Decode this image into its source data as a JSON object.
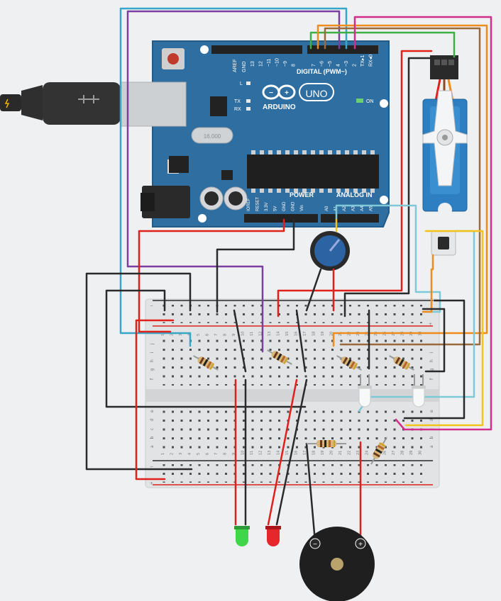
{
  "arduino": {
    "brand": "ARDUINO",
    "model": "UNO",
    "aref": "AREF",
    "gnd_top": "GND",
    "digital_pins": [
      "13",
      "12",
      "~11",
      "~10",
      "~9",
      "8",
      "7",
      "~6",
      "~5",
      "4",
      "~3",
      "2",
      "TX▸1",
      "RX◂0"
    ],
    "digital_label": "DIGITAL (PWM~)",
    "led_l": "L",
    "led_tx": "TX",
    "led_rx": "RX",
    "on_label": "ON",
    "crystal": "16.000",
    "power_label": "POWER",
    "analog_label": "ANALOG IN",
    "power_pins": [
      "IOREF",
      "RESET",
      "3.3V",
      "5V",
      "GND",
      "GND",
      "Vin"
    ],
    "analog_pins": [
      "A0",
      "A1",
      "A2",
      "A3",
      "A4",
      "A5"
    ]
  },
  "breadboard": {
    "columns": [
      "1",
      "2",
      "3",
      "4",
      "5",
      "6",
      "7",
      "8",
      "9",
      "10",
      "11",
      "12",
      "13",
      "14",
      "15",
      "16",
      "17",
      "18",
      "19",
      "20",
      "21",
      "22",
      "23",
      "24",
      "25",
      "26",
      "27",
      "28",
      "29",
      "30"
    ],
    "rows_top": [
      "j",
      "i",
      "h",
      "g",
      "f"
    ],
    "rows_bottom": [
      "e",
      "d",
      "c",
      "b",
      "a"
    ],
    "rail_minus": "−",
    "rail_plus": "+"
  },
  "buzzer": {
    "minus": "−",
    "plus": "+"
  },
  "colors": {
    "board": "#2f6ea1",
    "red": "#e0201b",
    "black": "#333333",
    "cyan": "#36a7c9",
    "purple": "#7b3f9e",
    "green": "#3fae45",
    "orange": "#ee8c1e",
    "brown": "#9a6a3c",
    "magenta": "#d22f8a",
    "yellow": "#f3c31b",
    "lightblue": "#7fc9d6"
  }
}
